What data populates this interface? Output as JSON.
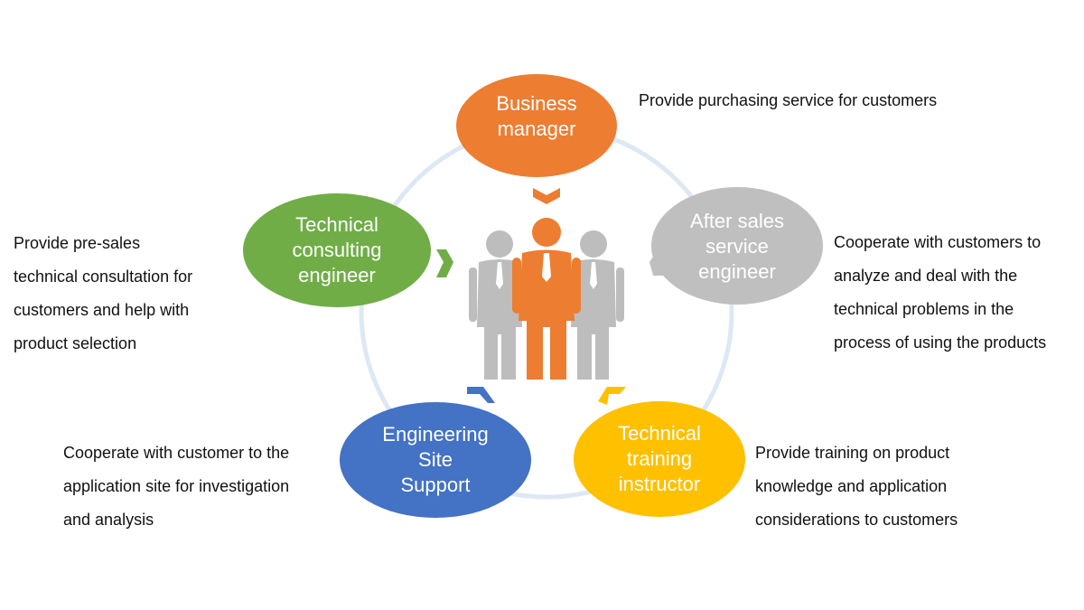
{
  "colors": {
    "ring": "#dde8f4",
    "person_gray": "#bdbdbd",
    "person_orange": "#ed7d31"
  },
  "nodes": [
    {
      "id": "business-manager",
      "label_lines": [
        "Business",
        "manager"
      ],
      "color": "#ed7d31",
      "description_lines": [
        "Provide purchasing service for customers"
      ]
    },
    {
      "id": "after-sales",
      "label_lines": [
        "After sales",
        "service",
        "engineer"
      ],
      "color": "#bfbfbf",
      "description_lines": [
        "Cooperate with customers to",
        "analyze and deal with the",
        "technical problems in the",
        "process of using the products"
      ]
    },
    {
      "id": "technical-training",
      "label_lines": [
        "Technical",
        "training",
        "instructor"
      ],
      "color": "#ffc000",
      "description_lines": [
        "Provide training on product",
        "knowledge and application",
        "considerations to customers"
      ]
    },
    {
      "id": "engineering-site",
      "label_lines": [
        "Engineering",
        "Site",
        "Support"
      ],
      "color": "#4472c4",
      "description_lines": [
        "Cooperate with customer to the",
        "application site for investigation",
        "and analysis"
      ]
    },
    {
      "id": "technical-consulting",
      "label_lines": [
        "Technical",
        "consulting",
        "engineer"
      ],
      "color": "#70ad47",
      "description_lines": [
        "Provide pre-sales",
        "technical consultation for",
        "customers and help with",
        "product selection"
      ]
    }
  ]
}
